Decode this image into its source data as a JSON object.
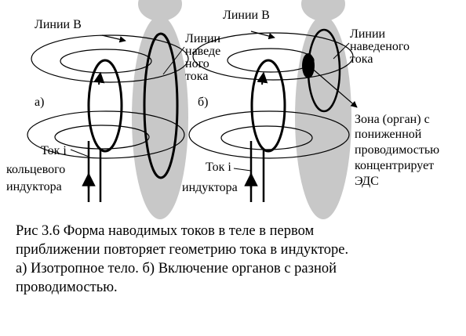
{
  "colors": {
    "body": "#c8c8c8",
    "stroke": "#000000",
    "organ": "#000000",
    "background": "#ffffff"
  },
  "panel_a": {
    "marker": "а)",
    "lines_b": "Линии B",
    "induced": [
      "Линии",
      "наведе",
      "ного",
      "тока"
    ],
    "current": [
      "Ток i",
      "кольцевого",
      "индуктора"
    ]
  },
  "panel_b": {
    "marker": "б)",
    "lines_b": "Линии B",
    "induced": [
      "Линии",
      "наведеного",
      "тока"
    ],
    "current": [
      "Ток i",
      "индуктора"
    ],
    "zone": [
      "Зона (орган) с",
      "пониженной",
      "проводимостью",
      "концентрирует",
      "ЭДС"
    ]
  },
  "caption": [
    "Рис 3.6 Форма наводимых токов в теле в первом",
    "приближении повторяет геометрию тока в индукторе.",
    "а) Изотропное тело. б) Включение органов с разной",
    "проводимостью."
  ]
}
